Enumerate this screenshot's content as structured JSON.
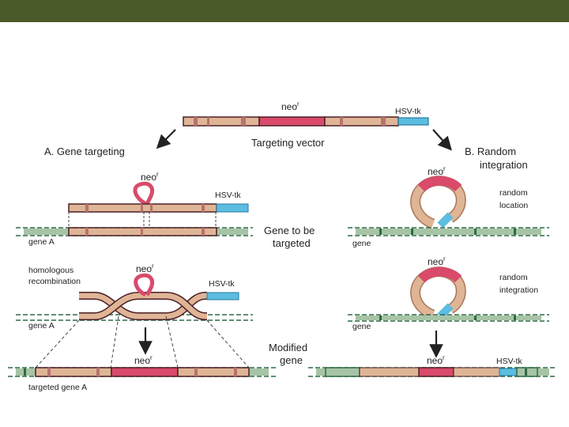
{
  "colors": {
    "top_bar": "#4a5a28",
    "vector_tan": "#dfb596",
    "vector_stripe": "#b5736e",
    "neo_pink": "#d94a6b",
    "hsv_blue": "#5bbde0",
    "chrom_green": "#a7c4a6",
    "chrom_dark": "#2e6a45",
    "outline": "#4a1f25"
  },
  "labels": {
    "top_neo": "neo",
    "top_neo_sup": "r",
    "top_hsv": "HSV-tk",
    "targeting_vector": "Targeting vector",
    "section_a": "A. Gene targeting",
    "section_b_line1": "B. Random",
    "section_b_line2": "integration",
    "a1_neo": "neo",
    "a1_neo_sup": "r",
    "a1_hsv": "HSV-tk",
    "a1_gene": "gene A",
    "gene_to_be_line1": "Gene to be",
    "gene_to_be_line2": "targeted",
    "homologous_line1": "homologous",
    "homologous_line2": "recombination",
    "a2_neo": "neo",
    "a2_neo_sup": "r",
    "a2_hsv": "HSV-tk",
    "a2_gene": "gene A",
    "a3_neo": "neo",
    "a3_neo_sup": "r",
    "modified_line1": "Modified",
    "modified_line2": "gene",
    "targeted_gene": "targeted gene A",
    "b1_neo": "neo",
    "b1_neo_sup": "r",
    "random_location_line1": "random",
    "random_location_line2": "location",
    "b1_gene": "gene",
    "b2_neo": "neo",
    "b2_neo_sup": "r",
    "random_integration_line1": "random",
    "random_integration_line2": "integration",
    "b2_gene": "gene",
    "b3_neo": "neo",
    "b3_neo_sup": "r",
    "b3_hsv": "HSV-tk"
  }
}
